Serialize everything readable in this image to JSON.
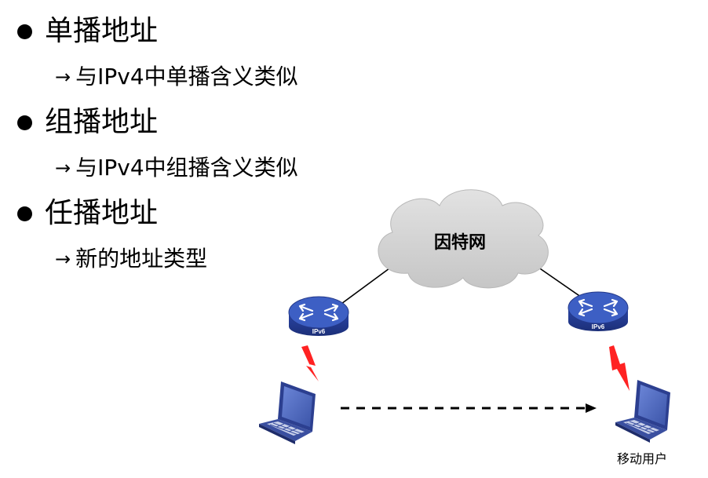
{
  "bullets": [
    {
      "title": "单播地址",
      "sub": "与IPv4中单播含义类似"
    },
    {
      "title": "组播地址",
      "sub": "与IPv4中组播含义类似"
    },
    {
      "title": "任播地址",
      "sub": "新的地址类型"
    }
  ],
  "sub_arrow_glyph": "→",
  "diagram": {
    "cloud_label": "因特网",
    "router_left_label": "IPv6",
    "router_right_label": "IPv6",
    "mobile_user_label": "移动用户"
  },
  "colors": {
    "cloud_fill": "#d4d4d4",
    "router_fill": "#2b46a8",
    "router_top": "#3d5fc4",
    "lightning": "#ff2222",
    "laptop_body": "#3a4fa0",
    "laptop_screen": "#5b74c8"
  },
  "icons": [
    "cloud-icon",
    "router-icon",
    "lightning-icon",
    "laptop-icon",
    "arrow-right-icon"
  ]
}
